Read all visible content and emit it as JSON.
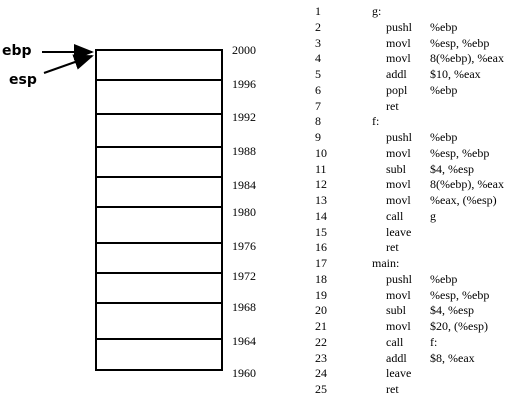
{
  "registers": {
    "ebp": "ebp",
    "esp": "esp"
  },
  "stack": {
    "addresses": [
      "2000",
      "1996",
      "1992",
      "1988",
      "1984",
      "1980",
      "1976",
      "1972",
      "1968",
      "1964",
      "1960"
    ]
  },
  "code": [
    {
      "ln": "1",
      "label": "g:",
      "op": "",
      "arg": ""
    },
    {
      "ln": "2",
      "label": "",
      "op": "pushl",
      "arg": "%ebp"
    },
    {
      "ln": "3",
      "label": "",
      "op": "movl",
      "arg": "%esp, %ebp"
    },
    {
      "ln": "4",
      "label": "",
      "op": "movl",
      "arg": "8(%ebp), %eax"
    },
    {
      "ln": "5",
      "label": "",
      "op": "addl",
      "arg": "$10, %eax"
    },
    {
      "ln": "6",
      "label": "",
      "op": "popl",
      "arg": "%ebp"
    },
    {
      "ln": "7",
      "label": "",
      "op": "ret",
      "arg": ""
    },
    {
      "ln": "8",
      "label": "f:",
      "op": "",
      "arg": ""
    },
    {
      "ln": "9",
      "label": "",
      "op": "pushl",
      "arg": "%ebp"
    },
    {
      "ln": "10",
      "label": "",
      "op": "movl",
      "arg": "%esp, %ebp"
    },
    {
      "ln": "11",
      "label": "",
      "op": "subl",
      "arg": "$4, %esp"
    },
    {
      "ln": "12",
      "label": "",
      "op": "movl",
      "arg": "8(%ebp), %eax"
    },
    {
      "ln": "13",
      "label": "",
      "op": "movl",
      "arg": "%eax, (%esp)"
    },
    {
      "ln": "14",
      "label": "",
      "op": "call",
      "arg": "g"
    },
    {
      "ln": "15",
      "label": "",
      "op": "leave",
      "arg": ""
    },
    {
      "ln": "16",
      "label": "",
      "op": "ret",
      "arg": ""
    },
    {
      "ln": "17",
      "label": "main:",
      "op": "",
      "arg": ""
    },
    {
      "ln": "18",
      "label": "",
      "op": "pushl",
      "arg": "%ebp"
    },
    {
      "ln": "19",
      "label": "",
      "op": "movl",
      "arg": "%esp, %ebp"
    },
    {
      "ln": "20",
      "label": "",
      "op": "subl",
      "arg": "$4, %esp"
    },
    {
      "ln": "21",
      "label": "",
      "op": "movl",
      "arg": "$20, (%esp)"
    },
    {
      "ln": "22",
      "label": "",
      "op": "call",
      "arg": "f:"
    },
    {
      "ln": "23",
      "label": "",
      "op": "addl",
      "arg": "$8, %eax"
    },
    {
      "ln": "24",
      "label": "",
      "op": "leave",
      "arg": ""
    },
    {
      "ln": "25",
      "label": "",
      "op": "ret",
      "arg": ""
    }
  ]
}
